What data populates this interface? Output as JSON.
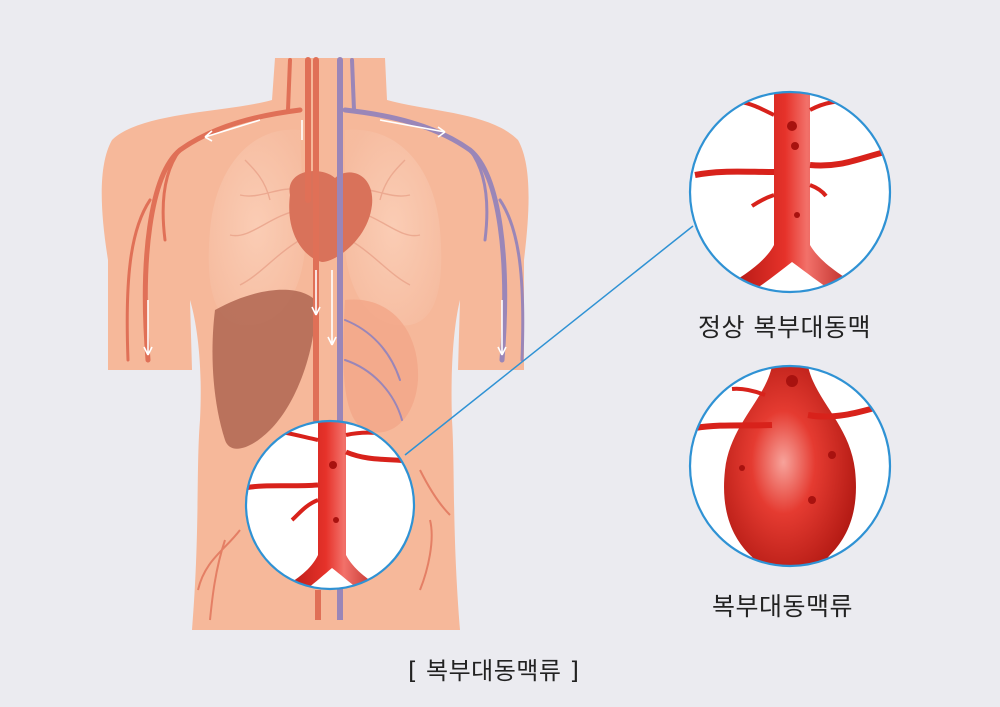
{
  "labels": {
    "normal": "정상 복부대동맥",
    "aneurysm": "복부대동맥류",
    "caption": "[ 복부대동맥류 ]"
  },
  "colors": {
    "background": "#ebebf0",
    "skin": "#f6b89a",
    "organ_skin": "#f3a98b",
    "liver": "#b46a55",
    "heart": "#d9725a",
    "artery": "#e07057",
    "vein": "#9a86b8",
    "aorta_red": "#d8221b",
    "circle_border": "#2f92d4",
    "circle_fill": "#ffffff"
  }
}
